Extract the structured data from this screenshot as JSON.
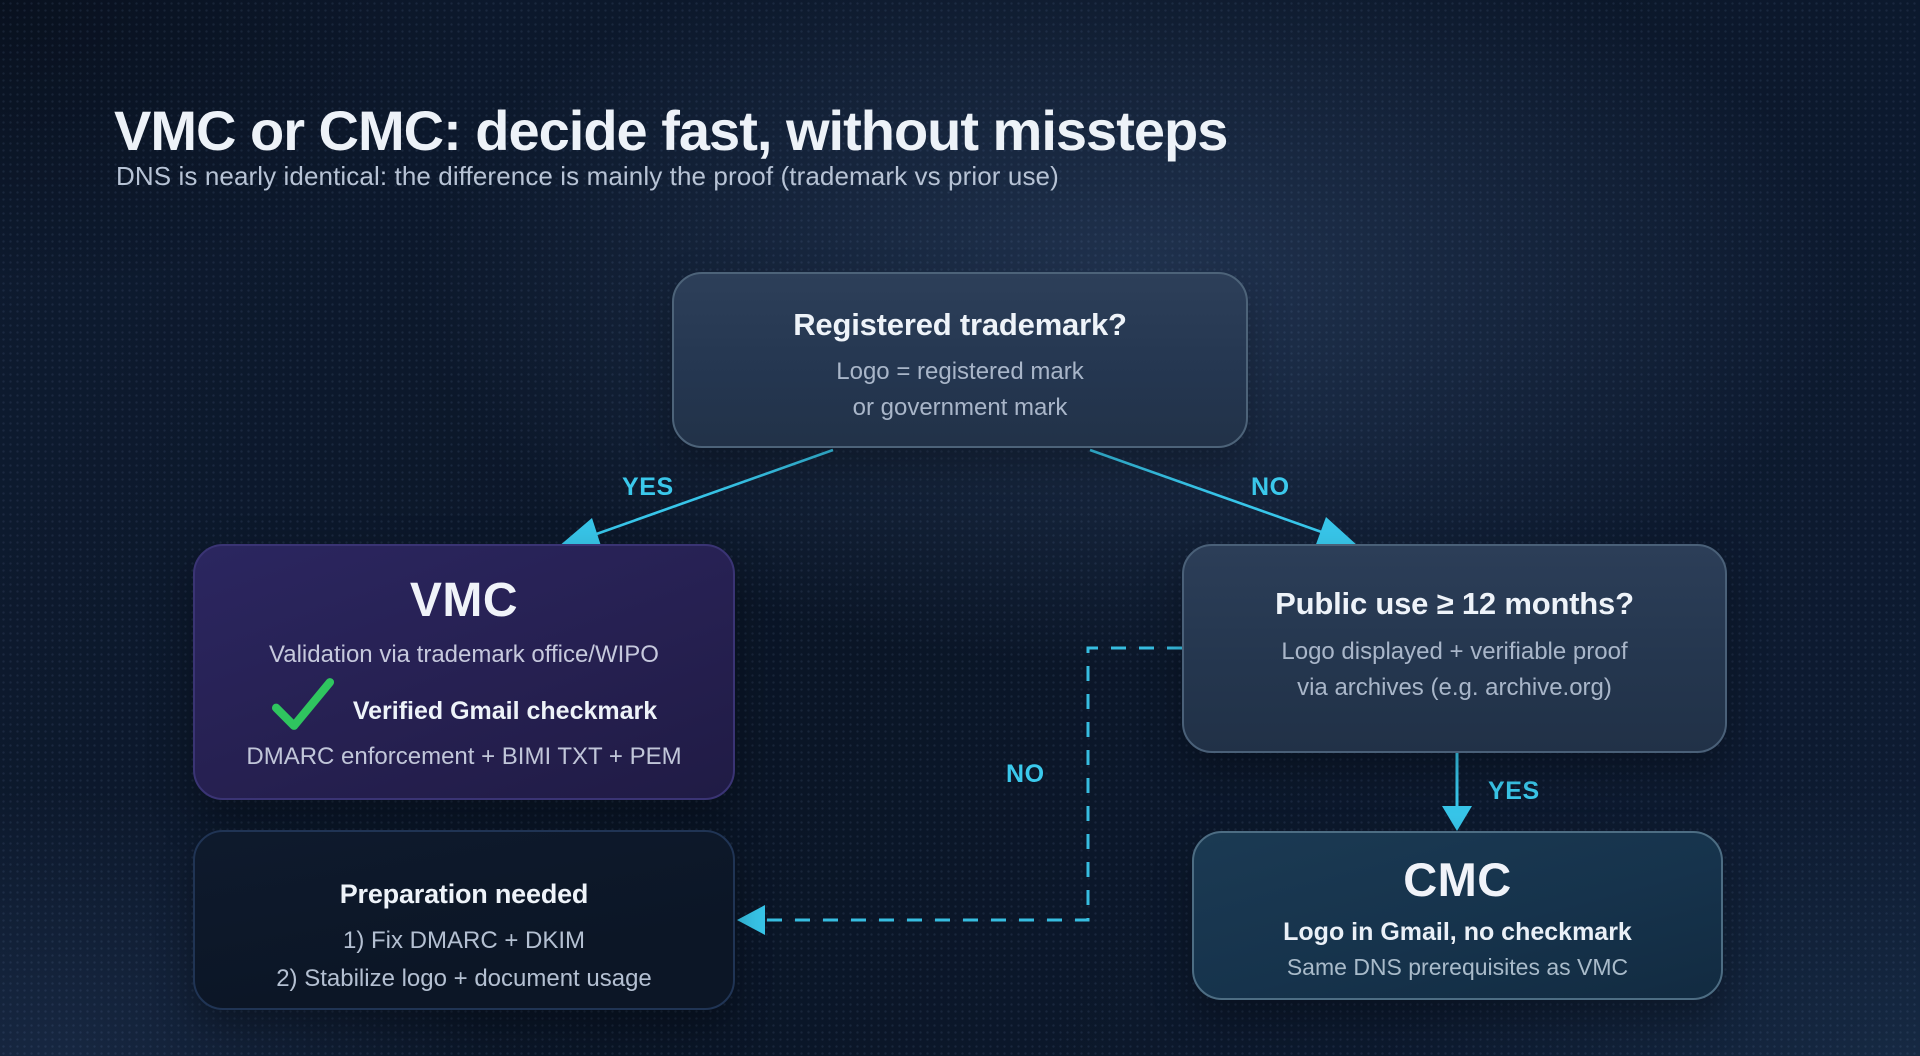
{
  "header": {
    "title": "VMC or CMC: decide fast, without missteps",
    "subtitle": "DNS is nearly identical: the difference is mainly the proof (trademark vs prior use)"
  },
  "nodes": {
    "root": {
      "title": "Registered trademark?",
      "lines": [
        "Logo = registered mark",
        "or government mark"
      ]
    },
    "vmc": {
      "title": "VMC",
      "subtitle": "Validation via trademark office/WIPO",
      "check_label": "Verified Gmail checkmark",
      "check_note": "DMARC enforcement + BIMI TXT + PEM"
    },
    "public_use": {
      "title": "Public use ≥ 12 months?",
      "lines": [
        "Logo displayed + verifiable proof",
        "via archives (e.g. archive.org)"
      ]
    },
    "cmc": {
      "title": "CMC",
      "lines": [
        "Logo in Gmail, no checkmark",
        "Same DNS prerequisites as VMC"
      ]
    },
    "preparation": {
      "title": "Preparation needed",
      "lines": [
        "1) Fix DMARC + DKIM",
        "2) Stabilize logo + document usage"
      ]
    }
  },
  "edges": {
    "yes_left": "YES",
    "no_right": "NO",
    "yes_down": "YES",
    "no_dashed": "NO"
  },
  "colors": {
    "accent_cyan": "#38c6ea",
    "check_green": "#2fc55f",
    "background_navy": "#0b1628",
    "node_slate": "#24364e",
    "node_indigo": "#262051",
    "node_teal": "#16334c",
    "node_dark": "#0c1626"
  }
}
